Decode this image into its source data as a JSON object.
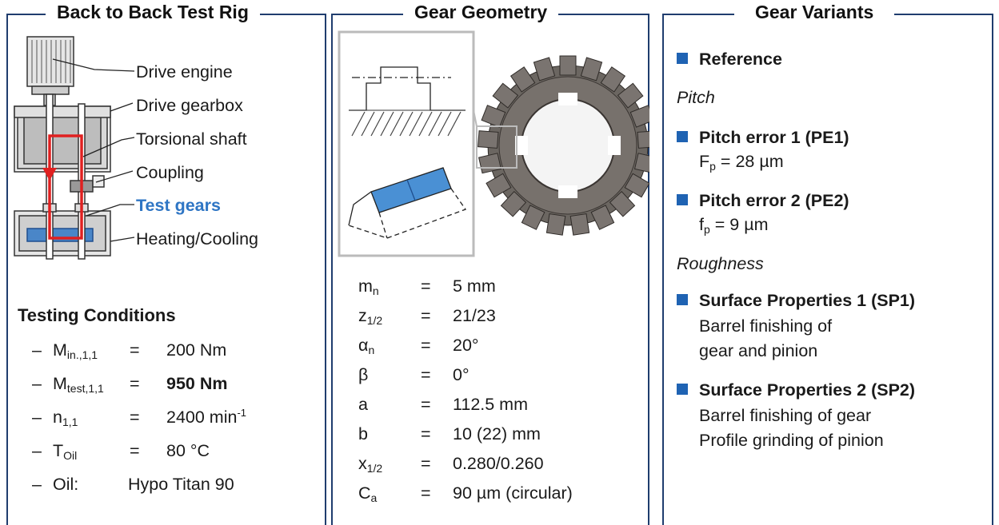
{
  "panels": {
    "rig": {
      "title": "Back to Back Test Rig",
      "labels": {
        "drive_engine": "Drive engine",
        "drive_gearbox": "Drive gearbox",
        "torsional_shaft": "Torsional shaft",
        "coupling": "Coupling",
        "test_gears": "Test gears",
        "heating_cooling": "Heating/Cooling"
      },
      "conditions_heading": "Testing Conditions",
      "conditions": [
        {
          "dash": "–",
          "sym": "M",
          "sub": "in.,1,1",
          "eq": "=",
          "value": "200 Nm"
        },
        {
          "dash": "–",
          "sym": "M",
          "sub": "test,1,1",
          "eq": "=",
          "value": "950 Nm"
        },
        {
          "dash": "–",
          "sym": "n",
          "sub": "1,1",
          "eq": "=",
          "value": "2400 min",
          "sup": "-1"
        },
        {
          "dash": "–",
          "sym": "T",
          "sub": "Oil",
          "eq": "=",
          "value": "80 °C"
        },
        {
          "dash": "–",
          "sym": "Oil:",
          "value": "Hypo Titan 90"
        }
      ]
    },
    "geometry": {
      "title": "Gear Geometry",
      "params": [
        {
          "sym": "m",
          "sub": "n",
          "eq": "=",
          "value": "5 mm"
        },
        {
          "sym": "z",
          "sub": "1/2",
          "eq": "=",
          "value": "21/23"
        },
        {
          "sym": "α",
          "sub": "n",
          "eq": "=",
          "value": "20°"
        },
        {
          "sym": "β",
          "sub": "",
          "eq": "=",
          "value": "0°"
        },
        {
          "sym": "a",
          "sub": "",
          "eq": "=",
          "value": "112.5 mm"
        },
        {
          "sym": "b",
          "sub": "",
          "eq": "=",
          "value": "10 (22) mm"
        },
        {
          "sym": "x",
          "sub": "1/2",
          "eq": "=",
          "value": "0.280/0.260"
        },
        {
          "sym": "C",
          "sub": "a",
          "eq": "=",
          "value": "90 µm (circular)"
        }
      ]
    },
    "variants": {
      "title": "Gear Variants",
      "reference": "Reference",
      "pitch_heading": "Pitch",
      "pe1": {
        "label": "Pitch error 1 (PE1)",
        "sym": "F",
        "sub": "p",
        "rest": " = 28 µm"
      },
      "pe2": {
        "label": "Pitch error 2 (PE2)",
        "sym": "f",
        "sub": "p",
        "rest": " = 9 µm"
      },
      "roughness_heading": "Roughness",
      "sp1": {
        "label": "Surface Properties 1 (SP1)",
        "line1": "Barrel finishing of",
        "line2": "gear and pinion"
      },
      "sp2": {
        "label": "Surface Properties 2 (SP2)",
        "line1": "Barrel finishing of gear",
        "line2": "Profile grinding of pinion"
      }
    }
  },
  "colors": {
    "frame": "#1f3d6e",
    "accent": "#2e75c4",
    "bullet": "#1f63b3",
    "flow": "#e02020"
  }
}
